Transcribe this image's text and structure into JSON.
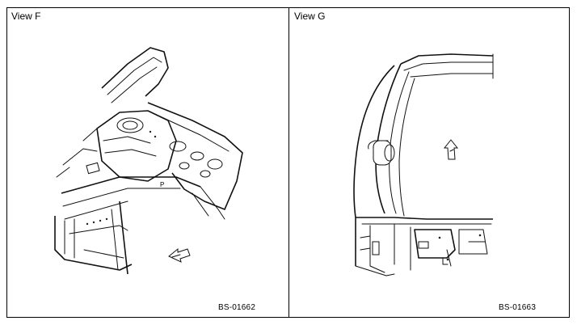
{
  "views": [
    {
      "title": "View F",
      "figure_id": "BS-01662"
    },
    {
      "title": "View G",
      "figure_id": "BS-01663"
    }
  ],
  "labels": {
    "part_p": "P"
  }
}
